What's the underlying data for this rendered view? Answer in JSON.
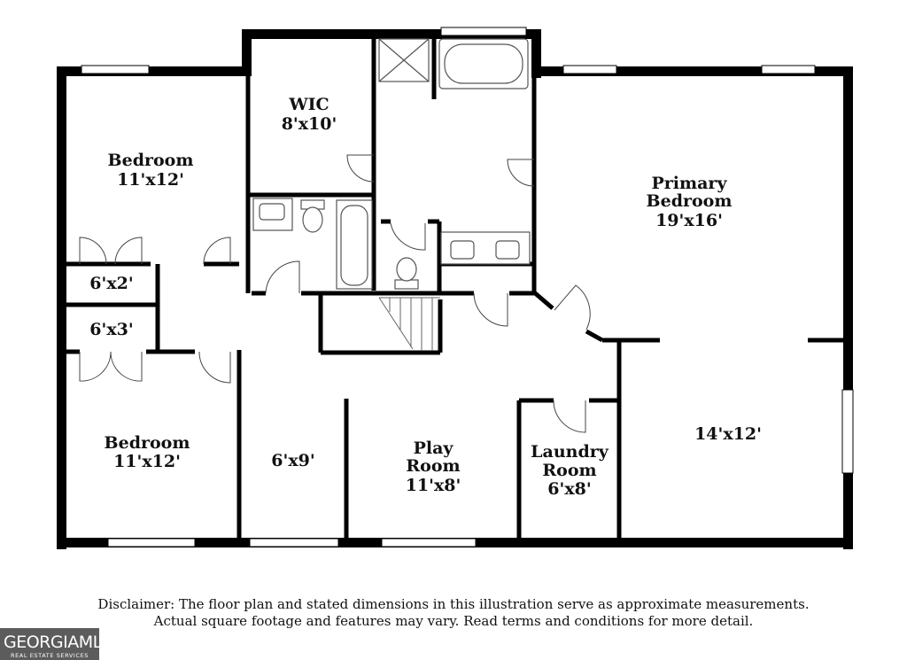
{
  "rooms": {
    "wic": {
      "name": "WIC",
      "dims": "8'x10'"
    },
    "bedroom_top": {
      "name": "Bedroom",
      "dims": "11'x12'"
    },
    "primary": {
      "name1": "Primary",
      "name2": "Bedroom",
      "dims": "19'x16'"
    },
    "closet_6x2": {
      "dims": "6'x2'"
    },
    "closet_6x3": {
      "dims": "6'x3'"
    },
    "bedroom_bottom": {
      "name": "Bedroom",
      "dims": "11'x12'"
    },
    "hall_6x9": {
      "dims": "6'x9'"
    },
    "play": {
      "name1": "Play",
      "name2": "Room",
      "dims": "11'x8'"
    },
    "laundry": {
      "name1": "Laundry",
      "name2": "Room",
      "dims": "6'x8'"
    },
    "room_14x12": {
      "dims": "14'x12'"
    }
  },
  "disclaimer": {
    "line1": "Disclaimer: The floor plan and stated dimensions in this illustration serve as approximate measurements.",
    "line2": "Actual square footage and features may vary. Read terms and conditions for more detail."
  },
  "logo": {
    "main": "GEORGIAMLS",
    "sub": "REAL ESTATE SERVICES"
  },
  "colors": {
    "wall": "#000000",
    "logo_bg": "#5c5c5c"
  }
}
